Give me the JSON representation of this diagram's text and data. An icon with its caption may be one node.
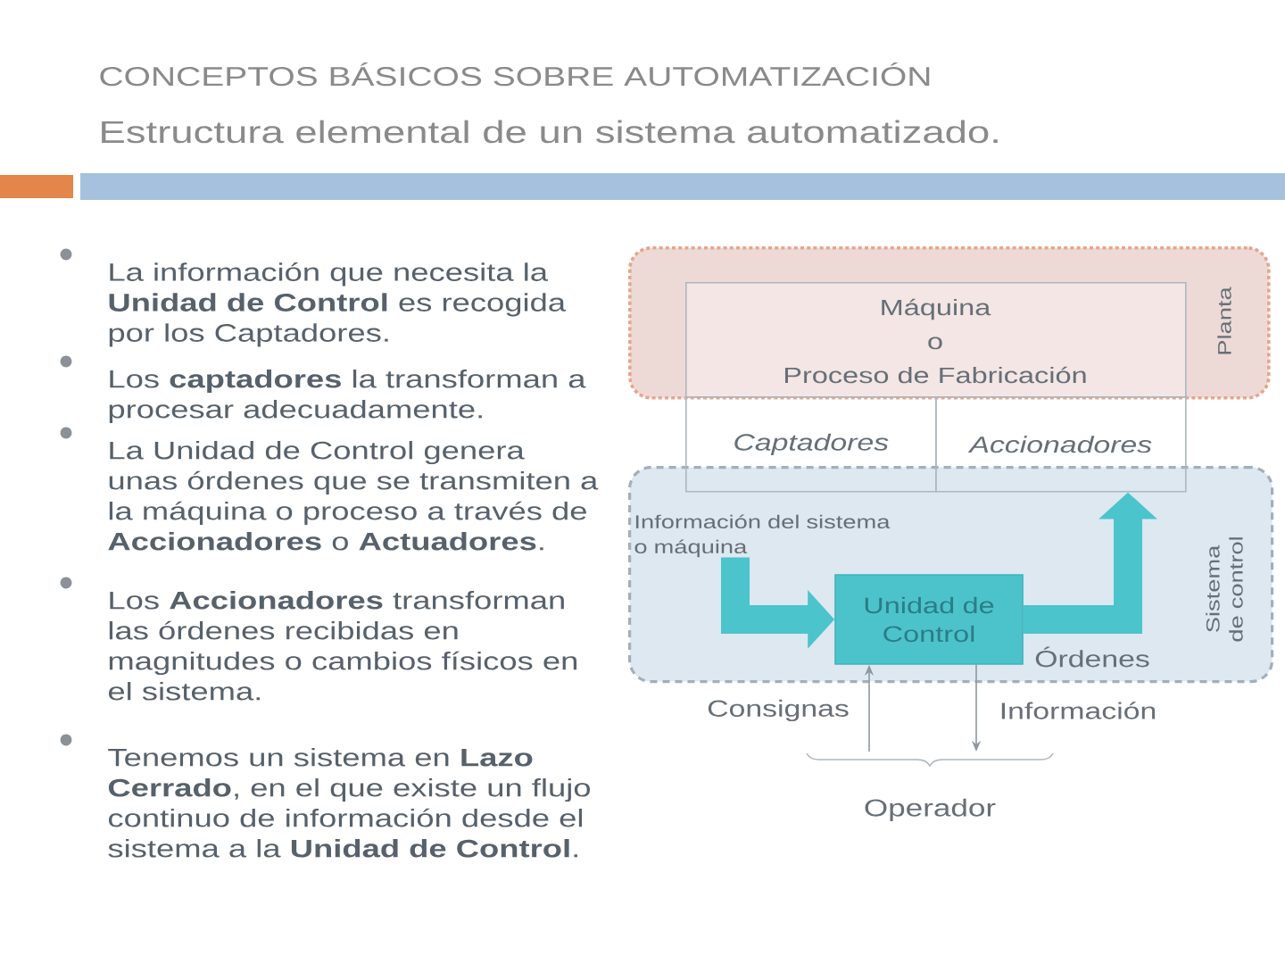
{
  "diagram": {
    "title": "CONCEPTOS BÁSICOS SOBRE AUTOMATIZACIÓN",
    "nodes": [
      {
        "text": [
          "Planta"
        ]
      },
      {
        "text": [
          "Máquina o Proceso de Fabricación"
        ],
        "in": 0
      },
      {
        "text": [
          "Captadores"
        ]
      },
      {
        "text": [
          "Accionadores"
        ]
      },
      {
        "text": [
          "Sistema de control"
        ]
      },
      {
        "text": [
          "Unidad de Control"
        ],
        "in": 4
      },
      {
        "text": [
          "Información del sistema o máquina"
        ],
        "in": 4
      },
      {
        "text": [
          "Operador"
        ]
      }
    ],
    "edges": [
      {
        "from": 6,
        "to": 5,
        "arrow": "to",
        "style": "thick",
        "color": "#4bc4cc"
      },
      {
        "from": 5,
        "to": 3,
        "arrow": "to",
        "label": "Órdenes",
        "style": "thick",
        "color": "#4bc4cc"
      },
      {
        "from": 7,
        "to": 5,
        "arrow": "to",
        "label": "Consignas"
      },
      {
        "from": 5,
        "to": 7,
        "arrow": "to",
        "label": "Información"
      }
    ],
    "labels": [
      "Estructura elemental de un sistema automatizado.",
      "La información que necesita la **Unidad de Control** es recogida por los Captadores.",
      "Los **captadores** la transforman a procesar adecuadamente.",
      "La Unidad de Control genera unas órdenes que se transmiten a la máquina o proceso a través de **Accionadores** o **Actuadores**.",
      "Los **Accionadores** transforman las órdenes recibidas en magnitudes o cambios físicos en el sistema.",
      "Tenemos un sistema en **Lazo Cerrado**, en el que existe un flujo continuo de información desde el sistema a la **Unidad de Control**."
    ]
  }
}
